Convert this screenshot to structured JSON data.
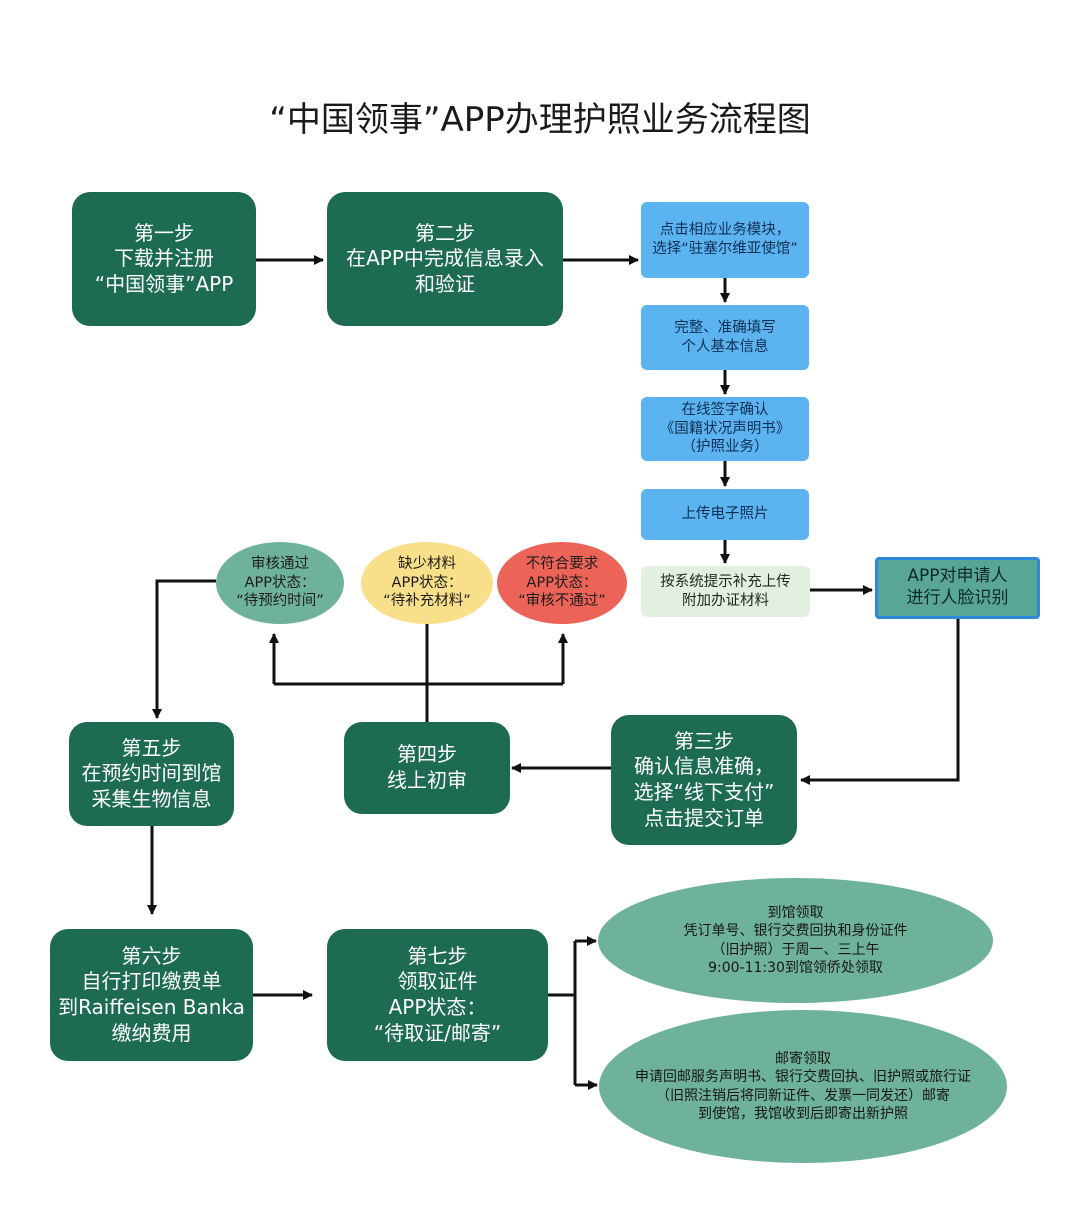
{
  "title": "“中国领事”APP办理护照业务流程图",
  "colors": {
    "step_box": "#1c6b52",
    "sub_step_box": "#5bb4f0",
    "supplement_box": "#e3efe0",
    "status_approved": "#6fb29a",
    "status_missing": "#f8df8a",
    "status_rejected": "#ec6458",
    "arrow": "#111111"
  },
  "steps": {
    "step1": [
      "第一步",
      "下载并注册",
      "“中国领事”APP"
    ],
    "step2": [
      "第二步",
      "在APP中完成信息录入",
      "和验证"
    ],
    "step3": [
      "第三步",
      "确认信息准确，",
      "选择“线下支付”",
      "点击提交订单"
    ],
    "step4": [
      "第四步",
      "线上初审"
    ],
    "step5": [
      "第五步",
      "在预约时间到馆",
      "采集生物信息"
    ],
    "step6": [
      "第六步",
      "自行打印缴费单",
      "到Raiffeisen Banka",
      "缴纳费用"
    ],
    "step7": [
      "第七步",
      "领取证件",
      "APP状态：",
      "“待取证/邮寄”"
    ]
  },
  "sub_steps": {
    "module": [
      "点击相应业务模块，",
      "选择“驻塞尔维亚使馆”"
    ],
    "fill_info": [
      "完整、准确填写",
      "个人基本信息"
    ],
    "sign": [
      "在线签字确认",
      "《国籍状况声明书》",
      "（护照业务）"
    ],
    "photo": [
      "上传电子照片"
    ],
    "supplement": [
      "按系统提示补充上传",
      "附加办证材料"
    ],
    "face": [
      "APP对申请人",
      "进行人脸识别"
    ]
  },
  "statuses": {
    "approved": [
      "审核通过",
      "APP状态：",
      "“待预约时间”"
    ],
    "missing": [
      "缺少材料",
      "APP状态：",
      "“待补充材料”"
    ],
    "rejected": [
      "不符合要求",
      "APP状态：",
      "“审核不通过”"
    ]
  },
  "pickup": {
    "in_person": [
      "到馆领取",
      "凭订单号、银行交费回执和身份证件",
      "（旧护照）于周一、三上午",
      "9:00-11:30到馆领侨处领取"
    ],
    "mail": [
      "邮寄领取",
      "申请回邮服务声明书、银行交费回执、旧护照或旅行证",
      "（旧照注销后将同新证件、发票一同发还）邮寄",
      "到使馆，我馆收到后即寄出新护照"
    ]
  }
}
